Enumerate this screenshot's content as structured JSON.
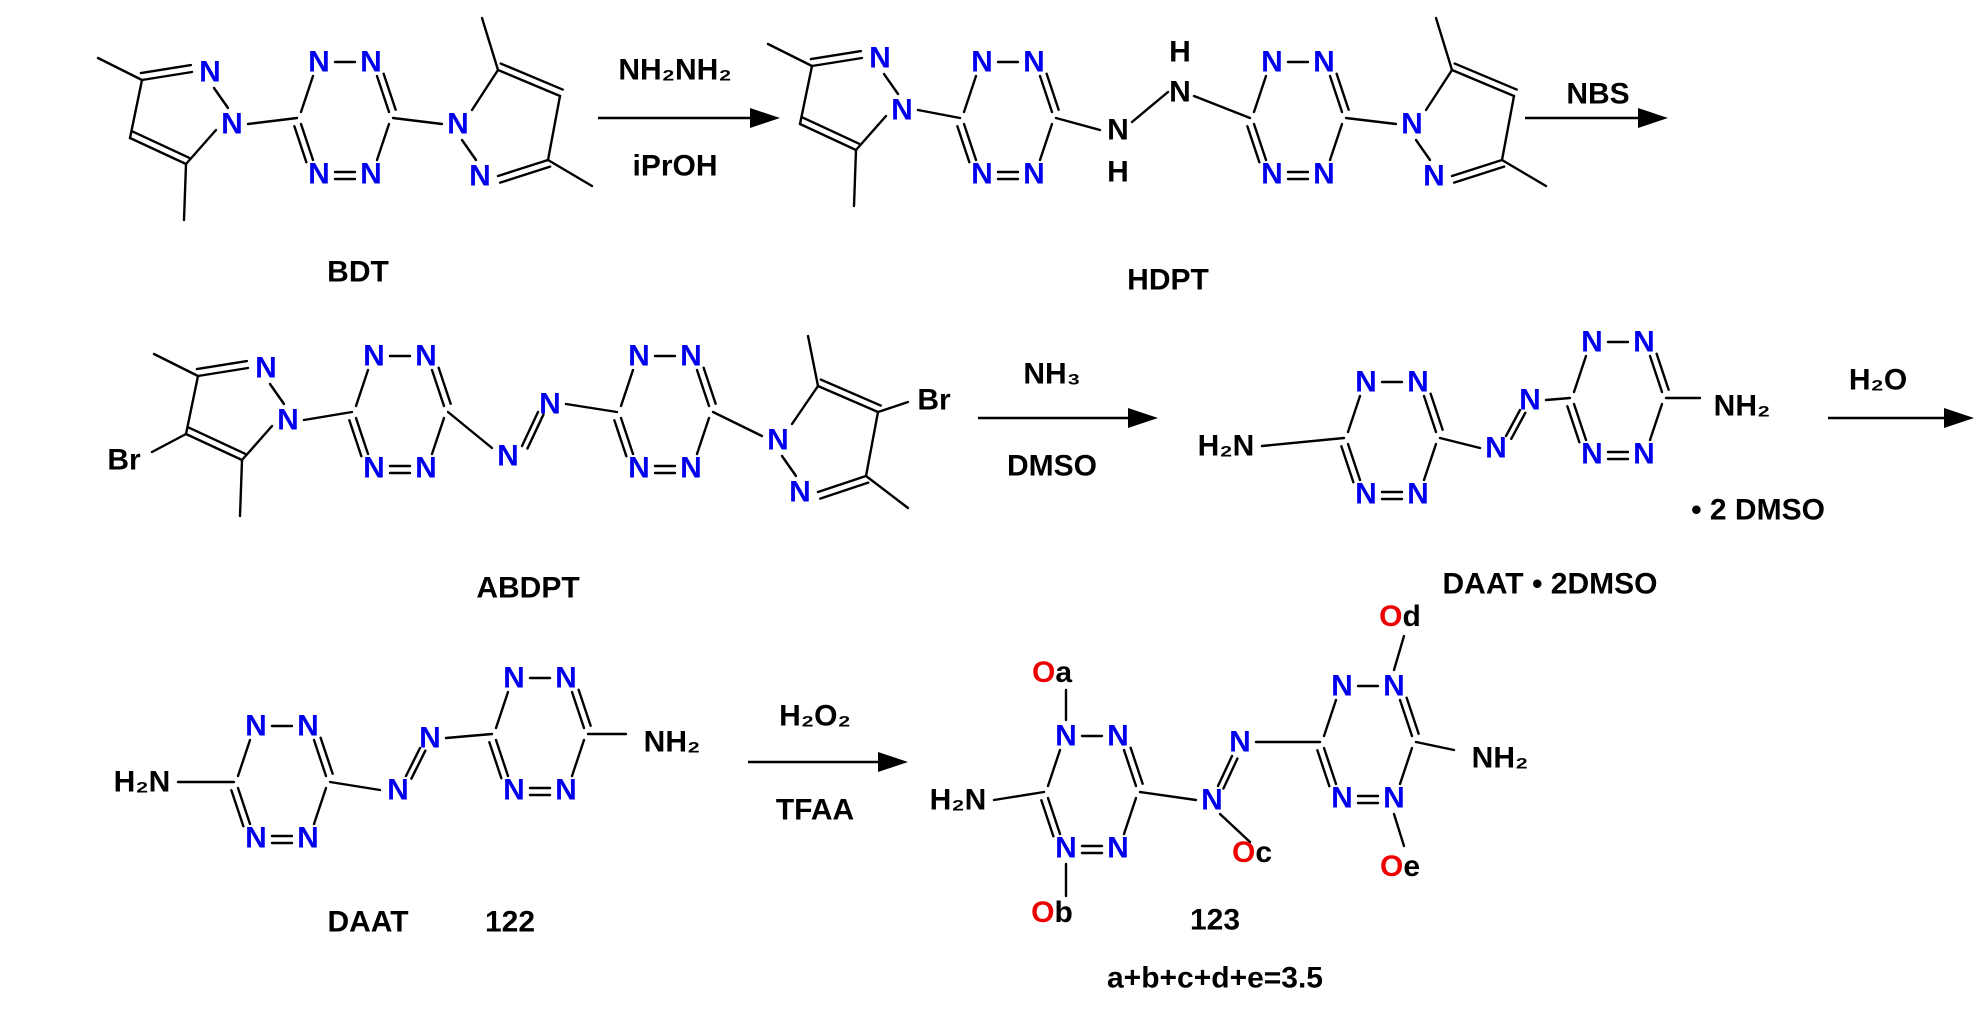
{
  "colors": {
    "nitrogen": "#0000ee",
    "oxygen": "#ee0000",
    "carbon_bond": "#000000",
    "text": "#000000"
  },
  "compounds": {
    "bdt": "BDT",
    "hdpt": "HDPT",
    "abdpt": "ABDPT",
    "daat_dmso": "DAAT • 2DMSO",
    "daat": "DAAT",
    "daat_number": "122",
    "product_number": "123",
    "condition": "a+b+c+d+e=3.5",
    "dmso_tag": "• 2 DMSO"
  },
  "reagents": {
    "step1_top": "NH₂NH₂",
    "step1_bottom": "iPrOH",
    "step2_top": "NBS",
    "step3_top": "NH₃",
    "step3_bottom": "DMSO",
    "step4_top": "H₂O",
    "step5_top": "H₂O₂",
    "step5_bottom": "TFAA"
  },
  "atoms": {
    "n": "N",
    "h": "H",
    "br": "Br",
    "nh2": "NH₂",
    "h2n": "H₂N",
    "o": "O",
    "oa": "a",
    "ob": "b",
    "oc": "c",
    "od": "d",
    "oe": "e"
  }
}
